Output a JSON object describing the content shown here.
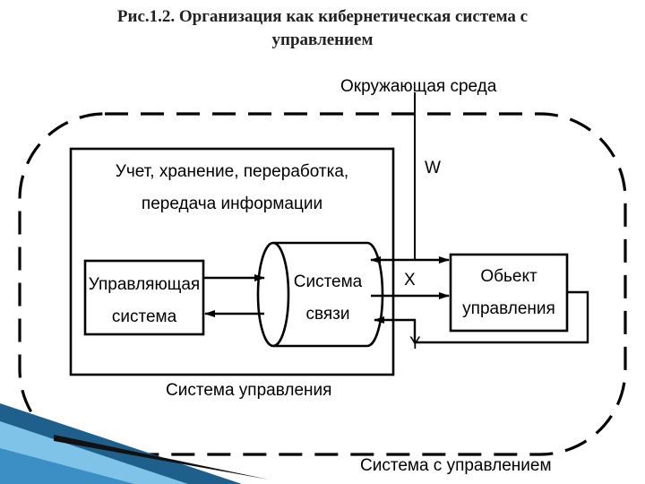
{
  "title": {
    "line1": "Рис.1.2. Организация как кибернетическая система с",
    "line2": "управлением"
  },
  "diagram": {
    "environment_label": "Окружающая среда",
    "info_processing_label_1": "Учет, хранение, переработка,",
    "info_processing_label_2": "передача информации",
    "controlling_system_label_1": "Управляющая",
    "controlling_system_label_2": "система",
    "communication_system_label_1": "Система",
    "communication_system_label_2": "связи",
    "control_object_label_1": "Обьект",
    "control_object_label_2": "управления",
    "w_label": "W",
    "x_label": "X",
    "y_label": "Y",
    "control_system_label": "Система управления",
    "system_with_control_label": "Система  с управлением"
  },
  "colors": {
    "stroke": "#000000",
    "decor_blue_dark": "#1f5f8b",
    "decor_blue_light": "#7fc4e8",
    "decor_black": "#111111"
  }
}
